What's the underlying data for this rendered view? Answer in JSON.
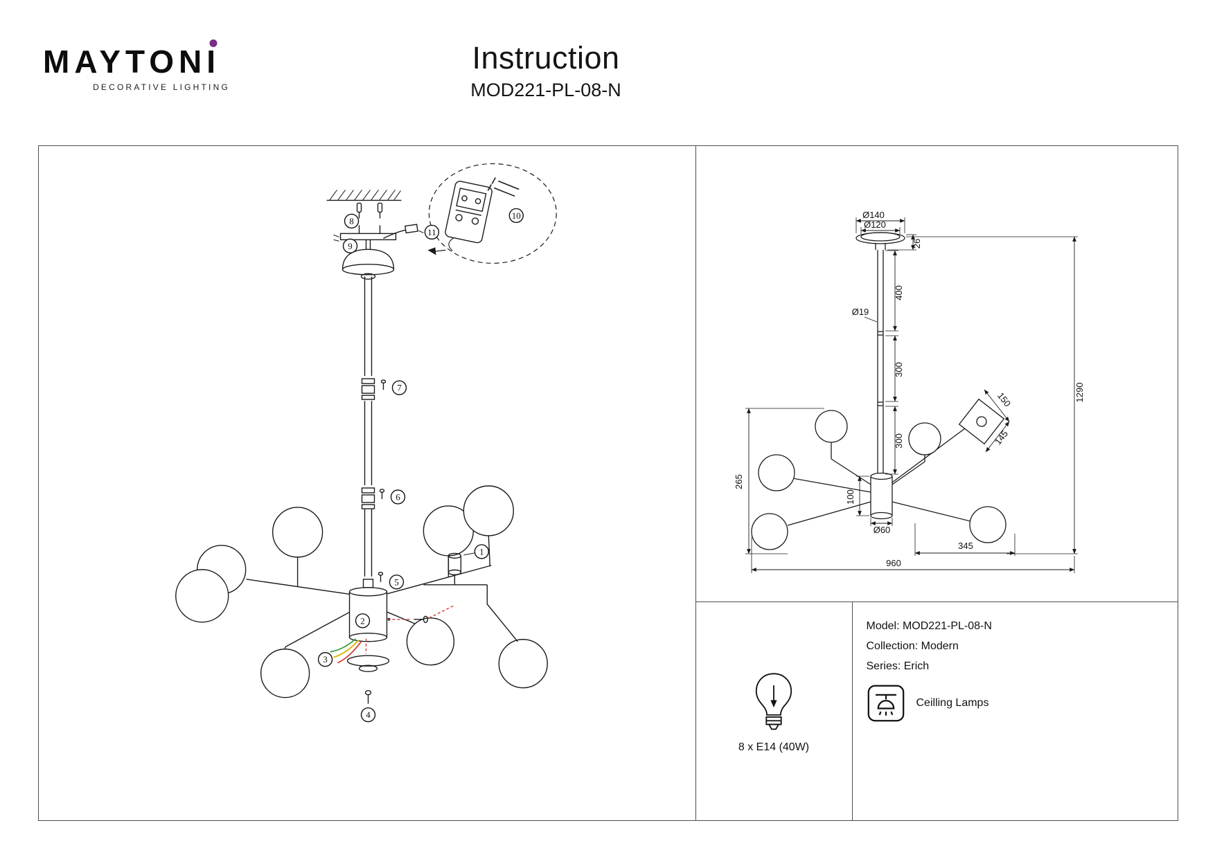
{
  "header": {
    "logo_prefix": "MAYTON",
    "logo_i": "I",
    "logo_subtitle": "DECORATIVE LIGHTING",
    "title": "Instruction",
    "model_code": "MOD221-PL-08-N"
  },
  "assembly": {
    "callouts": [
      "1",
      "2",
      "3",
      "4",
      "5",
      "6",
      "7",
      "8",
      "9",
      "10",
      "11"
    ]
  },
  "dimensions": {
    "canopy_outer_diameter": "Ø140",
    "canopy_inner_diameter": "Ø120",
    "canopy_height": "26",
    "rod_upper_length": "400",
    "rod_diameter": "Ø19",
    "rod_middle_length": "300",
    "rod_lower_length": "300",
    "overall_height": "1290",
    "arm_drop_height": "265",
    "body_height": "100",
    "body_diameter": "Ø60",
    "shade_width": "150",
    "shade_height": "145",
    "arm_reach": "345",
    "overall_width": "960"
  },
  "specs": {
    "bulb": "8 x E14 (40W)"
  },
  "product": {
    "model": "Model: MOD221-PL-08-N",
    "collection": "Collection: Modern",
    "series": "Series: Erich",
    "category": "Ceilling Lamps"
  },
  "colors": {
    "brand_accent": "#7b2c86",
    "line": "#1a1a1a",
    "wire_red": "#d23a32",
    "wire_yellow": "#d9b400",
    "wire_green": "#3f9c3f"
  }
}
